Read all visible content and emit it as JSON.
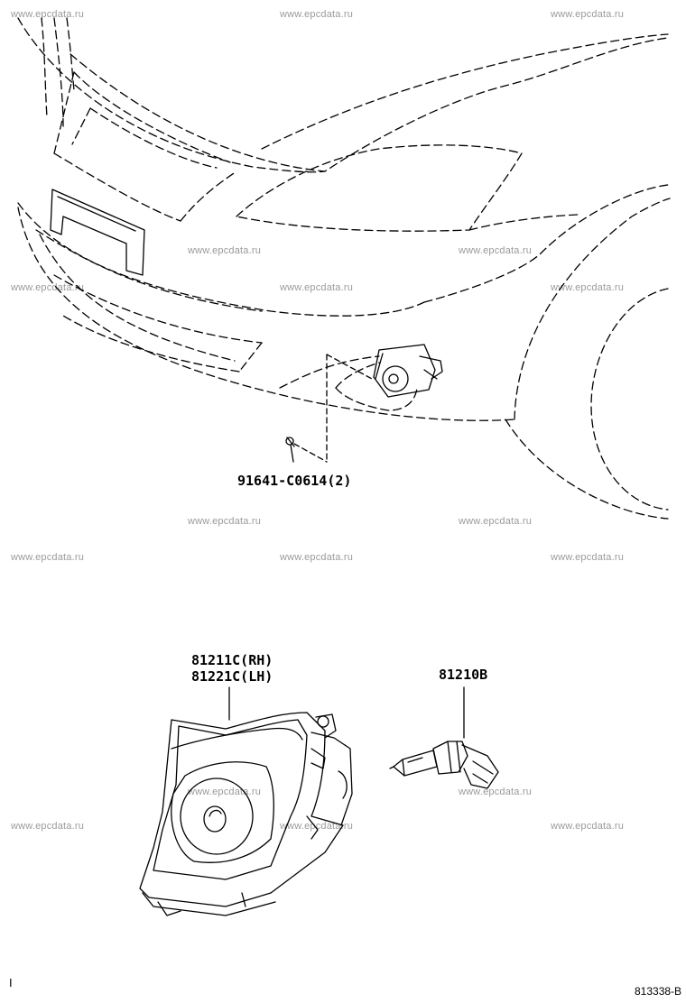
{
  "watermark": "www.epcdata.ru",
  "parts": {
    "screw": "91641-C0614(2)",
    "fog_lamp_rh": "81211C(RH)",
    "fog_lamp_lh": "81221C(LH)",
    "bulb": "81210B"
  },
  "footer": {
    "diagram_id": "813338-B",
    "left_mark": "I"
  }
}
